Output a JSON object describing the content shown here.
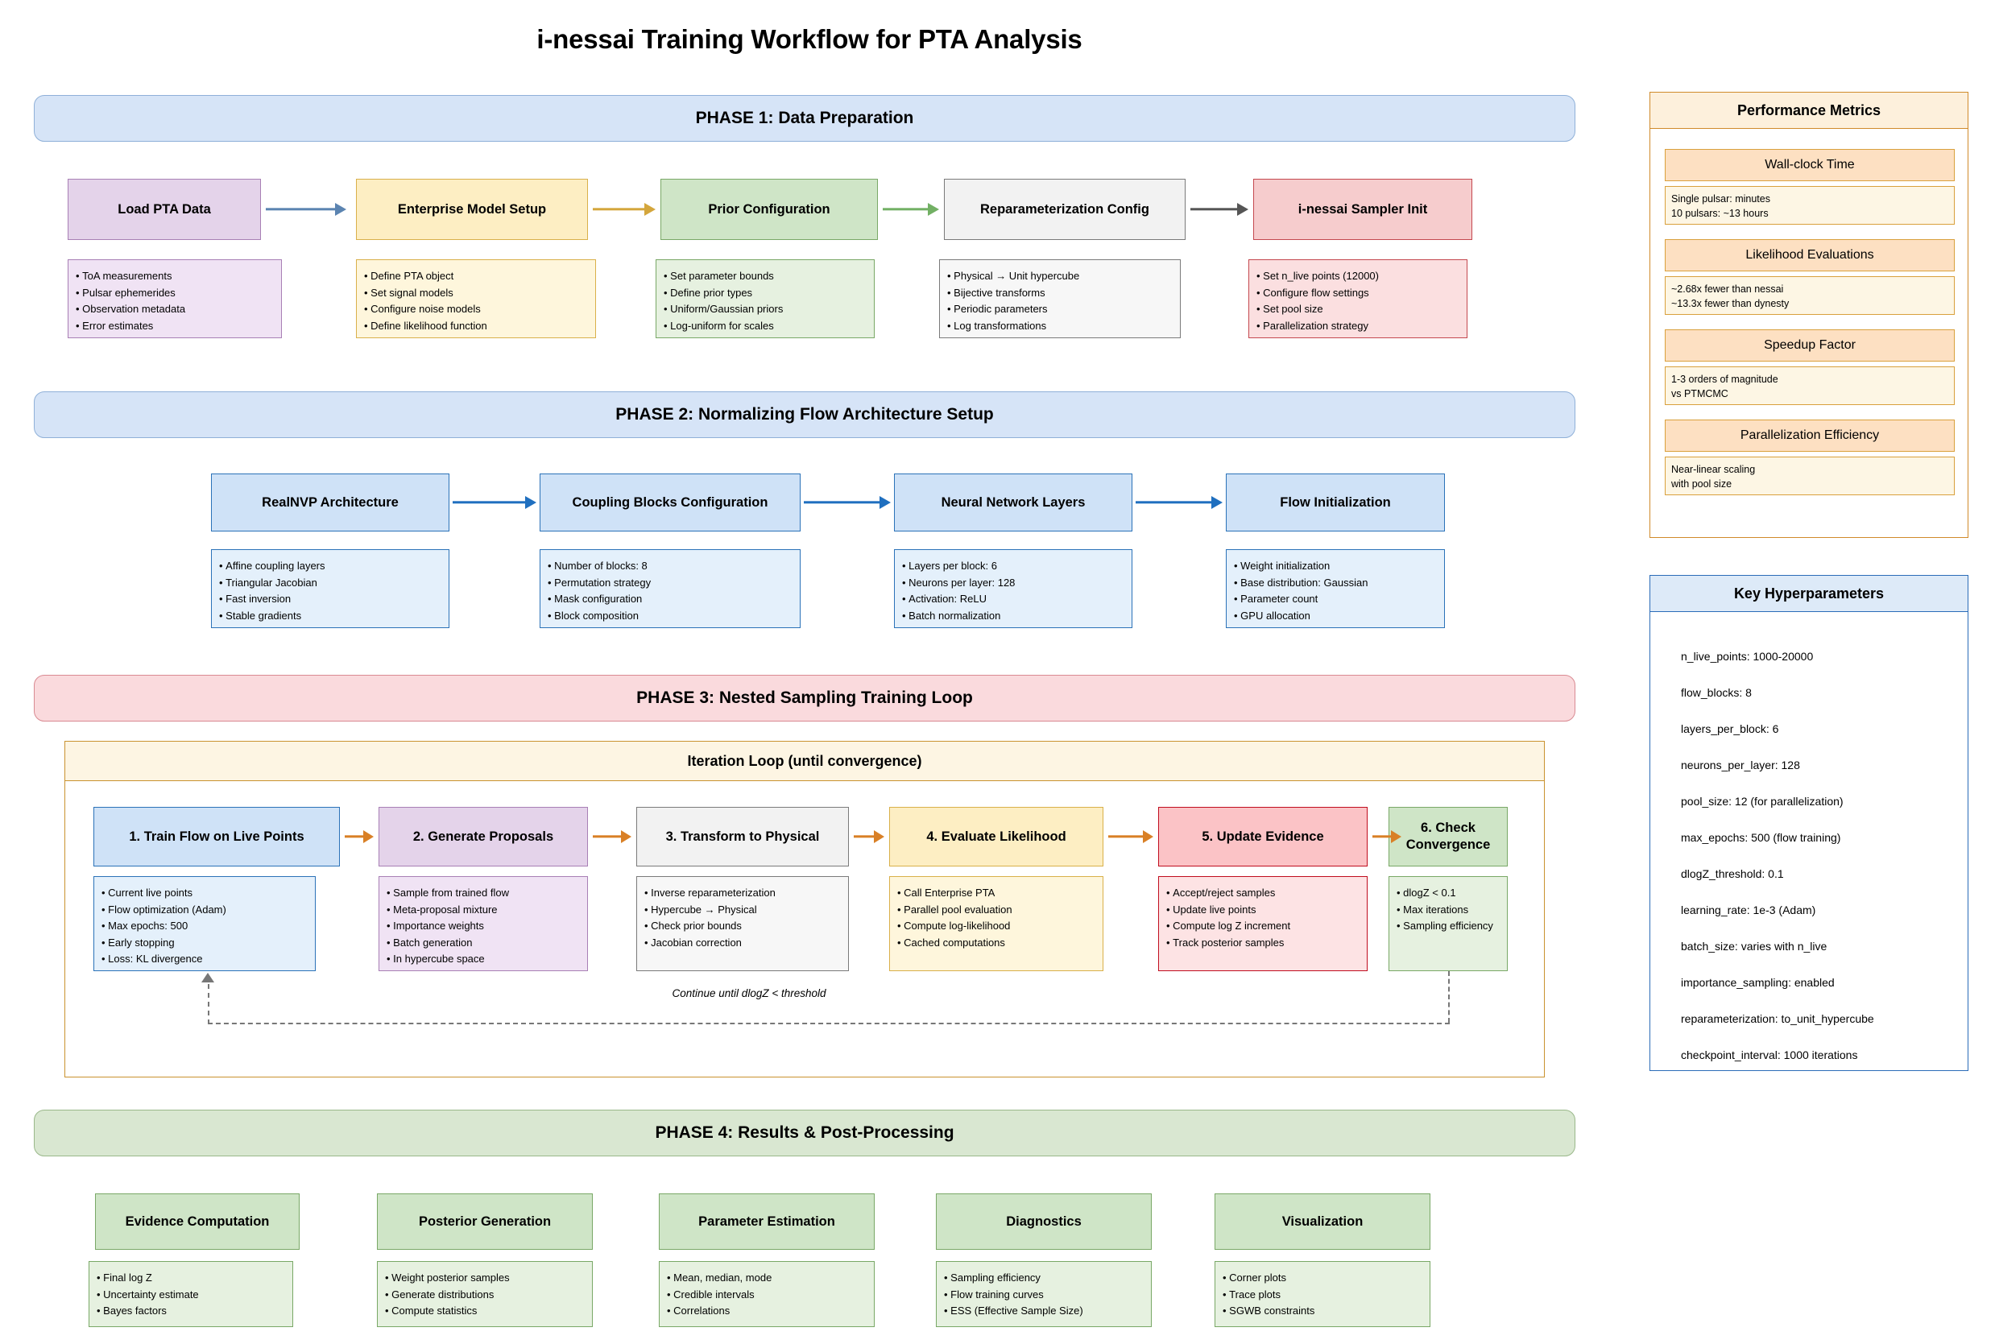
{
  "title": "i-nessai Training Workflow for PTA Analysis",
  "phases": [
    {
      "label": "PHASE 1: Data Preparation"
    },
    {
      "label": "PHASE 2: Normalizing Flow Architecture Setup"
    },
    {
      "label": "PHASE 3: Nested Sampling Training Loop"
    },
    {
      "label": "PHASE 4: Results & Post-Processing"
    }
  ],
  "phase1": {
    "nodes": [
      {
        "title": "Load PTA Data",
        "details": [
          "ToA measurements",
          "Pulsar ephemerides",
          "Observation metadata",
          "Error estimates"
        ]
      },
      {
        "title": "Enterprise Model Setup",
        "details": [
          "Define PTA object",
          "Set signal models",
          "Configure noise models",
          "Define likelihood function"
        ]
      },
      {
        "title": "Prior Configuration",
        "details": [
          "Set parameter bounds",
          "Define prior types",
          "Uniform/Gaussian priors",
          "Log-uniform for scales"
        ]
      },
      {
        "title": "Reparameterization Config",
        "details": [
          "Physical → Unit hypercube",
          "Bijective transforms",
          "Periodic parameters",
          "Log transformations"
        ]
      },
      {
        "title": "i-nessai Sampler Init",
        "details": [
          "Set n_live points (12000)",
          "Configure flow settings",
          "Set pool size",
          "Parallelization strategy"
        ]
      }
    ]
  },
  "phase2": {
    "nodes": [
      {
        "title": "RealNVP Architecture",
        "details": [
          "Affine coupling layers",
          "Triangular Jacobian",
          "Fast inversion",
          "Stable gradients"
        ]
      },
      {
        "title": "Coupling Blocks Configuration",
        "details": [
          "Number of blocks: 8",
          "Permutation strategy",
          "Mask configuration",
          "Block composition"
        ]
      },
      {
        "title": "Neural Network Layers",
        "details": [
          "Layers per block: 6",
          "Neurons per layer: 128",
          "Activation: ReLU",
          "Batch normalization"
        ]
      },
      {
        "title": "Flow Initialization",
        "details": [
          "Weight initialization",
          "Base distribution: Gaussian",
          "Parameter count",
          "GPU allocation"
        ]
      }
    ]
  },
  "phase3": {
    "loop_header": "Iteration Loop (until convergence)",
    "loop_caption": "Continue until dlogZ < threshold",
    "nodes": [
      {
        "title": "1. Train Flow on Live Points",
        "details": [
          "Current live points",
          "Flow optimization (Adam)",
          "Max epochs: 500",
          "Early stopping",
          "Loss: KL divergence"
        ]
      },
      {
        "title": "2. Generate Proposals",
        "details": [
          "Sample from trained flow",
          "Meta-proposal mixture",
          "Importance weights",
          "Batch generation",
          "In hypercube space"
        ]
      },
      {
        "title": "3. Transform to Physical",
        "details": [
          "Inverse reparameterization",
          "Hypercube → Physical",
          "Check prior bounds",
          "Jacobian correction"
        ]
      },
      {
        "title": "4. Evaluate Likelihood",
        "details": [
          "Call Enterprise PTA",
          "Parallel pool evaluation",
          "Compute log-likelihood",
          "Cached computations"
        ]
      },
      {
        "title": "5. Update Evidence",
        "details": [
          "Accept/reject samples",
          "Update live points",
          "Compute log Z increment",
          "Track posterior samples"
        ]
      },
      {
        "title": "6. Check\nConvergence",
        "details": [
          "dlogZ < 0.1",
          "Max iterations",
          "Sampling efficiency"
        ]
      }
    ]
  },
  "phase4": {
    "nodes": [
      {
        "title": "Evidence Computation",
        "details": [
          "Final log Z",
          "Uncertainty estimate",
          "Bayes factors"
        ]
      },
      {
        "title": "Posterior Generation",
        "details": [
          "Weight posterior samples",
          "Generate distributions",
          "Compute statistics"
        ]
      },
      {
        "title": "Parameter Estimation",
        "details": [
          "Mean, median, mode",
          "Credible intervals",
          "Correlations"
        ]
      },
      {
        "title": "Diagnostics",
        "details": [
          "Sampling efficiency",
          "Flow training curves",
          "ESS (Effective Sample Size)"
        ]
      },
      {
        "title": "Visualization",
        "details": [
          "Corner plots",
          "Trace plots",
          "SGWB constraints"
        ]
      }
    ]
  },
  "metrics_panel": {
    "title": "Performance Metrics",
    "items": [
      {
        "head": "Wall-clock Time",
        "body": "Single pulsar: minutes\n10 pulsars: ~13 hours"
      },
      {
        "head": "Likelihood Evaluations",
        "body": "~2.68x fewer than nessai\n~13.3x fewer than dynesty"
      },
      {
        "head": "Speedup Factor",
        "body": "1-3 orders of magnitude\nvs PTMCMC"
      },
      {
        "head": "Parallelization Efficiency",
        "body": "Near-linear scaling\nwith pool size"
      }
    ]
  },
  "hyper_panel": {
    "title": "Key Hyperparameters",
    "items": [
      "n_live_points: 1000-20000",
      "flow_blocks: 8",
      "layers_per_block: 6",
      "neurons_per_layer: 128",
      "pool_size: 12 (for parallelization)",
      "max_epochs: 500 (flow training)",
      "dlogZ_threshold: 0.1",
      "learning_rate: 1e-3 (Adam)",
      "batch_size: varies with n_live",
      "importance_sampling: enabled",
      "reparameterization: to_unit_hypercube",
      "checkpoint_interval: 1000 iterations"
    ]
  },
  "colors": {
    "phase1_bg": "#d6e4f7",
    "phase3_bg": "#fadadd",
    "phase4_bg": "#d9e7d1",
    "metrics_accent": "#d08a2a",
    "hyper_accent": "#2b6cb8",
    "loop_accent": "#c9922f",
    "arrow_orange": "#d98026"
  }
}
